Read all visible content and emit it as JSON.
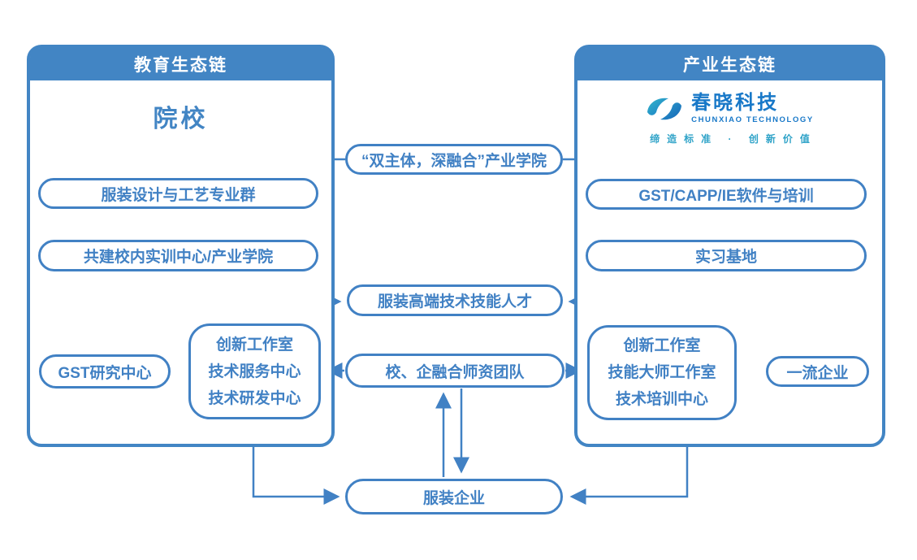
{
  "palette": {
    "primary": "#4285C4",
    "node_blue": "#4181C4",
    "header_text": "#FFFFFF",
    "logo_blue": "#1878C8",
    "logo_teal": "#2FA3C8",
    "background": "#FFFFFF"
  },
  "left_panel": {
    "header": "教育生态链",
    "title": "院校",
    "pill_major_group": "服装设计与工艺专业群",
    "pill_training_center": "共建校内实训中心/产业学院",
    "pill_gst_research": "GST研究中心",
    "center_box_lines": [
      "创新工作室",
      "技术服务中心",
      "技术研发中心"
    ]
  },
  "right_panel": {
    "header": "产业生态链",
    "logo": {
      "name": "春晓科技",
      "subtitle": "CHUNXIAO TECHNOLOGY",
      "tagline": "缔造标准 · 创新价值"
    },
    "pill_software_training": "GST/CAPP/IE软件与培训",
    "pill_internship_base": "实习基地",
    "center_box_lines": [
      "创新工作室",
      "技能大师工作室",
      "技术培训中心"
    ],
    "pill_top_enterprise": "一流企业"
  },
  "middle": {
    "pill_industry_college": "“双主体，深融合”产业学院",
    "pill_talent": "服装高端技术技能人才",
    "pill_teacher_team": "校、企融合师资团队",
    "pill_garment_enterprise": "服装企业"
  }
}
